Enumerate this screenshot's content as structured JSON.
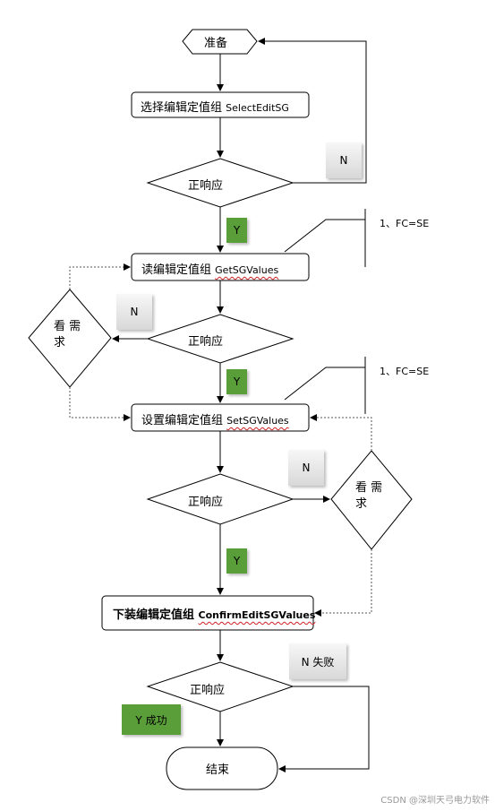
{
  "nodes": {
    "prepare": "准备",
    "select_edit": "选择编辑定值组",
    "select_edit_code": "SelectEditSG",
    "read_edit": "读编辑定值组",
    "read_edit_code": "GetSGValues",
    "set_edit": "设置编辑定值组",
    "set_edit_code": "SetSGValues",
    "download_edit": "下装编辑定值组",
    "download_edit_code": "ConfirmEditSGValues",
    "end": "结束"
  },
  "decisions": {
    "d1": "正响应",
    "d2": "正响应",
    "d3": "正响应",
    "d4": "正响应"
  },
  "side_decisions": {
    "left_line1": "看 需",
    "left_line2": "求",
    "right_line1": "看 需",
    "right_line2": "求"
  },
  "badges": {
    "n1": "N",
    "y1": "Y",
    "n2": "N",
    "y2": "Y",
    "n3": "N",
    "y3": "Y",
    "n4": "N 失败",
    "y4": "Y 成功"
  },
  "annotations": {
    "a1": "1、FC=SE",
    "a2": "1、FC=SE"
  },
  "watermark": "CSDN @深圳天弓电力软件"
}
